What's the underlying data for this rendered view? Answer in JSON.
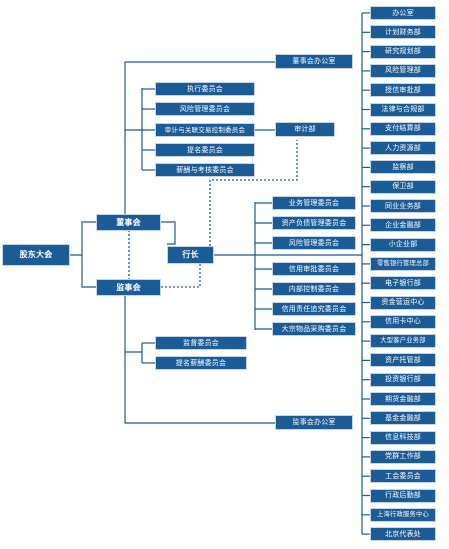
{
  "colors": {
    "box": "#1b5b96",
    "line": "#1b5b96",
    "text": "#ffffff",
    "background": "#ffffff"
  },
  "nodes": {
    "gudong": "股东大会",
    "dongshihui": "董事会",
    "jianshihui": "监事会",
    "hangzhang": "行长",
    "dongban": "董事会办公室",
    "jianban": "监事会办公室",
    "shenji": "审计部",
    "board_committees": [
      "执行委员会",
      "风险管理委员会",
      "审计与关联交易控制委员会",
      "提名委员会",
      "薪酬与考核委员会"
    ],
    "supervisory_committees": [
      "监督委员会",
      "提名薪酬委员会"
    ],
    "exec_committees": [
      "业务管理委员会",
      "资产负债管理委员会",
      "风险管理委员会",
      "信用审批委员会",
      "内部控制委员会",
      "信用责任追究委员会",
      "大宗物品采购委员会"
    ],
    "departments": [
      "办公室",
      "计划财务部",
      "研究规划部",
      "风险管理部",
      "授信审批部",
      "法律与合规部",
      "支付结算部",
      "人力资源部",
      "监察部",
      "保卫部",
      "同业业务部",
      "企业金融部",
      "小企业部",
      "零售银行管理总部",
      "电子银行部",
      "资金营运中心",
      "信用卡中心",
      "大型客户业务部",
      "资产托管部",
      "投资银行部",
      "期货金融部",
      "基金金融部",
      "信息科技部",
      "党群工作部",
      "工会委员会",
      "行政后勤部",
      "上海行政服务中心",
      "北京代表处"
    ]
  }
}
